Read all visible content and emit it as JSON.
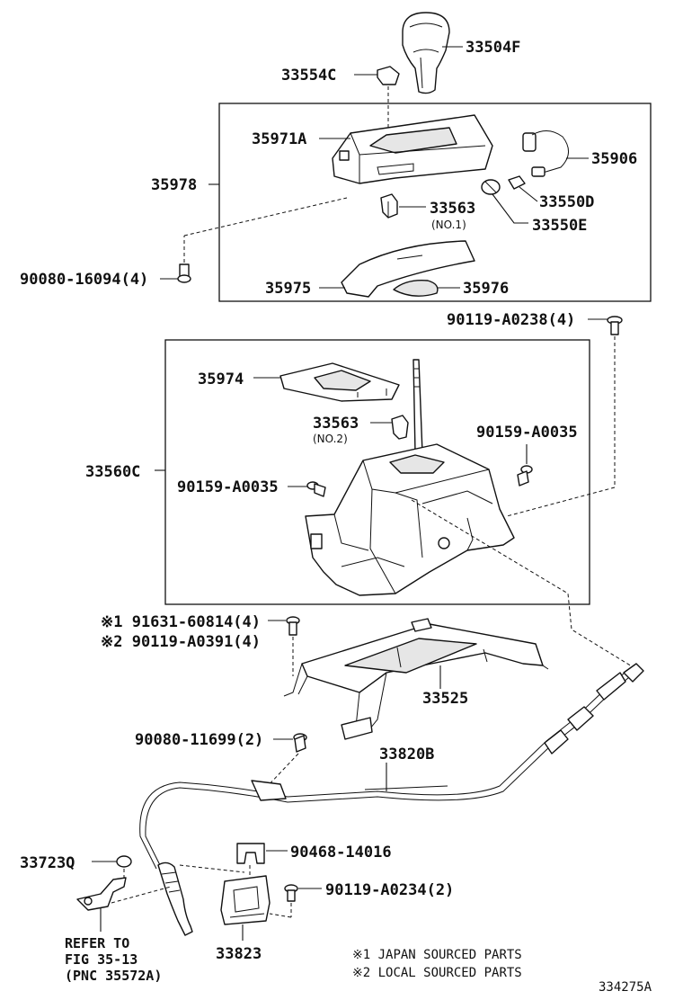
{
  "labels": {
    "p33504F": "33504F",
    "p33554C": "33554C",
    "p35971A": "35971A",
    "p35906": "35906",
    "p35978": "35978",
    "p33550D": "33550D",
    "p33563a": "33563",
    "p33563a_sub": "(NO.1)",
    "p33550E": "33550E",
    "p90080_16094": "90080-16094(4)",
    "p35975": "35975",
    "p35976": "35976",
    "p90119_A0238": "90119-A0238(4)",
    "p35974": "35974",
    "p33563b": "33563",
    "p33563b_sub": "(NO.2)",
    "p90159_A0035a": "90159-A0035",
    "p33560C": "33560C",
    "p90159_A0035b": "90159-A0035",
    "p91631_60814": "※1 91631-60814(4)",
    "p90119_A0391": "※2 90119-A0391(4)",
    "p33525": "33525",
    "p90080_11699": "90080-11699(2)",
    "p33820B": "33820B",
    "p33723Q": "33723Q",
    "p90468_14016": "90468-14016",
    "p90119_A0234": "90119-A0234(2)",
    "p33823": "33823"
  },
  "reference": {
    "line1": "REFER TO",
    "line2": "FIG 35-13",
    "line3": "(PNC 35572A)"
  },
  "notes": {
    "note1": "※1 JAPAN SOURCED PARTS",
    "note2": "※2 LOCAL SOURCED PARTS"
  },
  "diagram_id": "334275A"
}
